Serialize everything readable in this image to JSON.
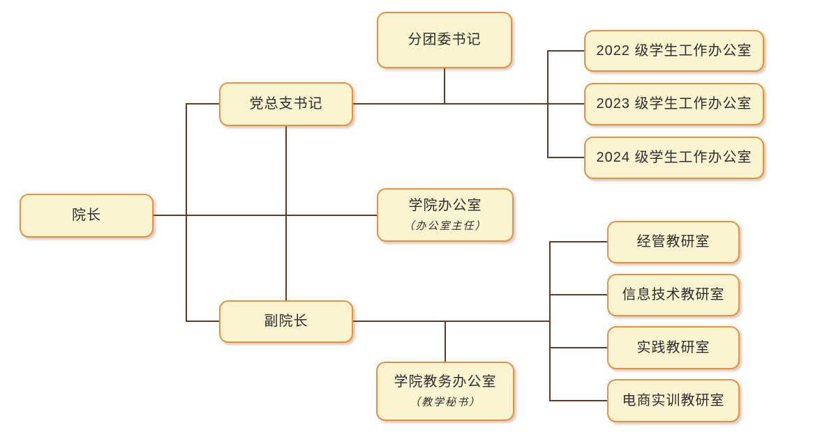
{
  "theme": {
    "background": "#FFFFFF",
    "box_fill": "#FCF3D0",
    "box_border": "#E8913C",
    "connector_color": "#5D3B2A",
    "text_color": "#2D2D2D"
  },
  "diagram": {
    "type": "org-chart",
    "nodes": {
      "dean": {
        "label": "院长"
      },
      "party_secretary": {
        "label": "党总支书记"
      },
      "youth_league_secretary": {
        "label": "分团委书记"
      },
      "grade_2022_office": {
        "label": "2022 级学生工作办公室"
      },
      "grade_2023_office": {
        "label": "2023 级学生工作办公室"
      },
      "grade_2024_office": {
        "label": "2024 级学生工作办公室"
      },
      "college_office": {
        "label": "学院办公室",
        "subtitle": "（办公室主任）"
      },
      "vice_dean": {
        "label": "副院长"
      },
      "academic_affairs_office": {
        "label": "学院教务办公室",
        "subtitle": "（教学秘书）"
      },
      "econ_mgmt_section": {
        "label": "经管教研室"
      },
      "info_tech_section": {
        "label": "信息技术教研室"
      },
      "practice_section": {
        "label": "实践教研室"
      },
      "ecommerce_training_section": {
        "label": "电商实训教研室"
      }
    },
    "edges": [
      {
        "from": "dean",
        "to": "party_secretary"
      },
      {
        "from": "dean",
        "to": "college_office"
      },
      {
        "from": "dean",
        "to": "vice_dean"
      },
      {
        "from": "party_secretary",
        "to": "youth_league_secretary"
      },
      {
        "from": "party_secretary",
        "to": "grade_2022_office"
      },
      {
        "from": "party_secretary",
        "to": "grade_2023_office"
      },
      {
        "from": "party_secretary",
        "to": "grade_2024_office"
      },
      {
        "from": "vice_dean",
        "to": "academic_affairs_office"
      },
      {
        "from": "vice_dean",
        "to": "econ_mgmt_section"
      },
      {
        "from": "vice_dean",
        "to": "info_tech_section"
      },
      {
        "from": "vice_dean",
        "to": "practice_section"
      },
      {
        "from": "vice_dean",
        "to": "ecommerce_training_section"
      }
    ]
  }
}
